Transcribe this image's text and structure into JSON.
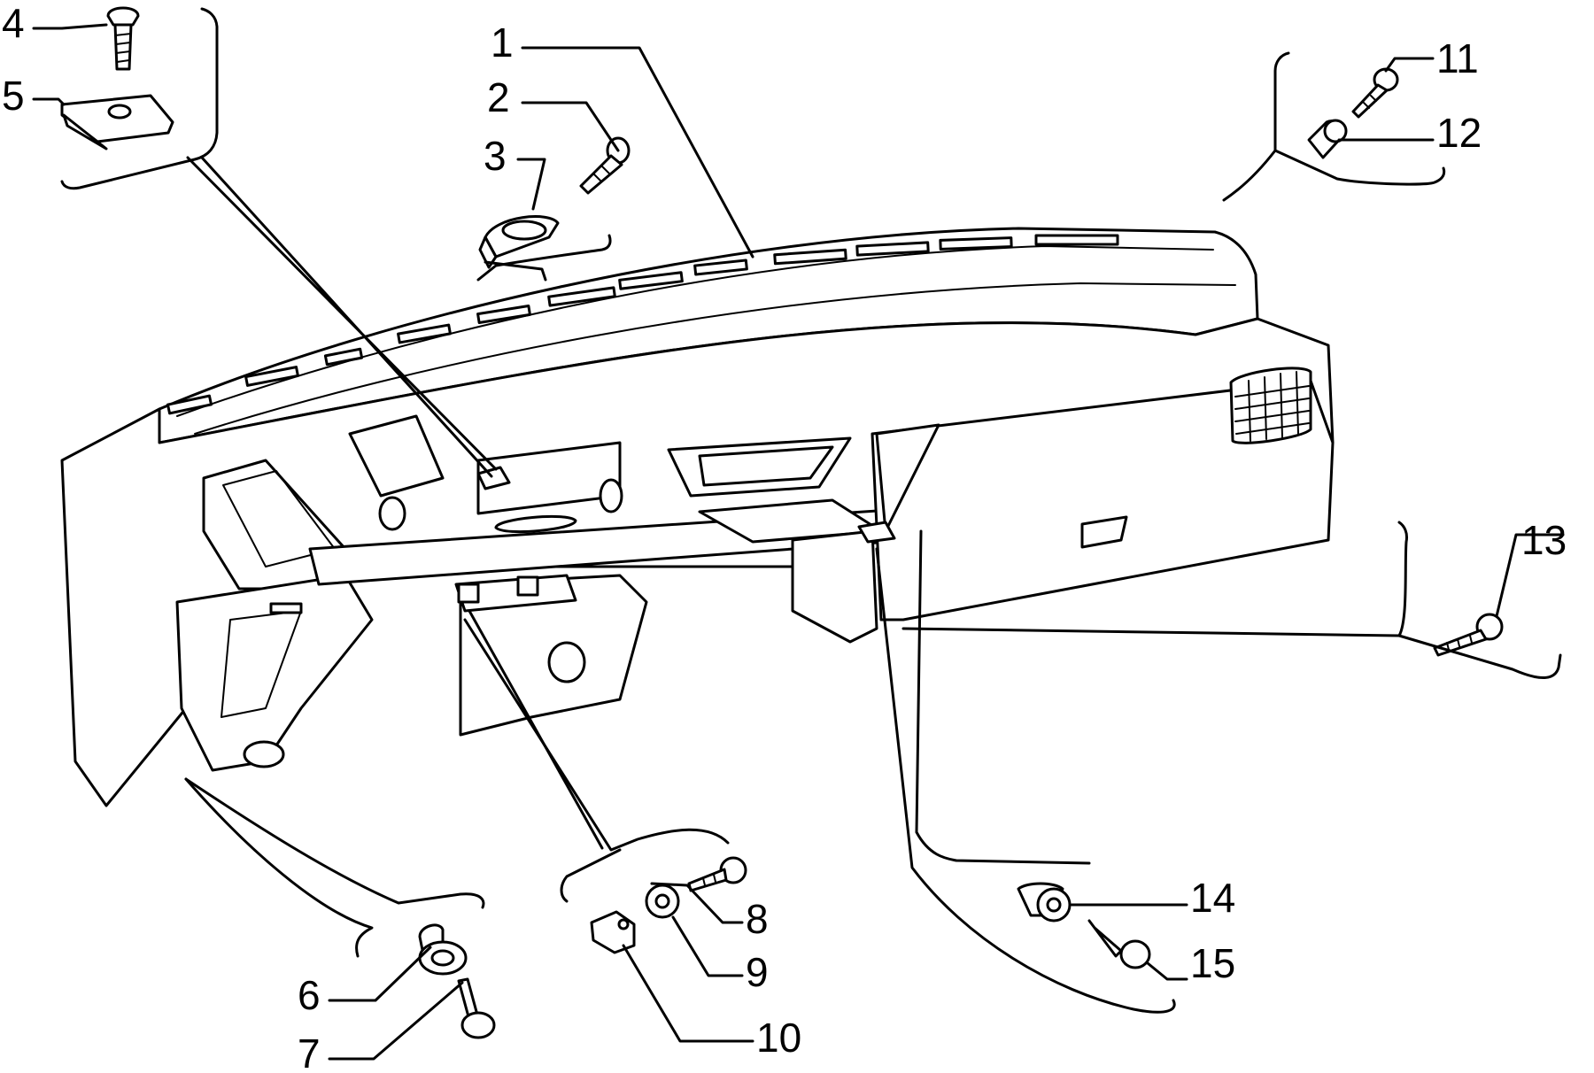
{
  "diagram": {
    "labels": [
      {
        "id": "1",
        "text": "1"
      },
      {
        "id": "2",
        "text": "2"
      },
      {
        "id": "3",
        "text": "3"
      },
      {
        "id": "4",
        "text": "4"
      },
      {
        "id": "5",
        "text": "5"
      },
      {
        "id": "6",
        "text": "6"
      },
      {
        "id": "7",
        "text": "7"
      },
      {
        "id": "8",
        "text": "8"
      },
      {
        "id": "9",
        "text": "9"
      },
      {
        "id": "10",
        "text": "10"
      },
      {
        "id": "11",
        "text": "11"
      },
      {
        "id": "12",
        "text": "12"
      },
      {
        "id": "13",
        "text": "13"
      },
      {
        "id": "14",
        "text": "14"
      },
      {
        "id": "15",
        "text": "15"
      }
    ]
  }
}
